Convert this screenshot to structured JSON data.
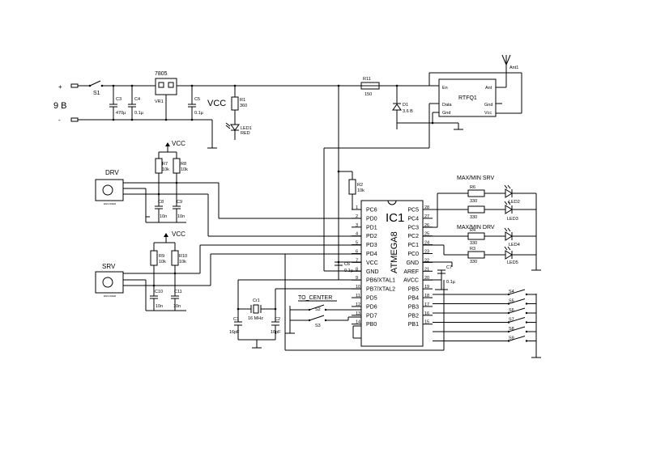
{
  "power": {
    "plus": "+",
    "minus": "-",
    "battery": "9 B",
    "switch": "S1",
    "vcc": "VCC",
    "regulator": {
      "name": "7805",
      "ref": "VR1"
    },
    "c3": {
      "ref": "C3",
      "value": "470µ"
    },
    "c4": {
      "ref": "C4",
      "value": "0.1µ"
    },
    "c5": {
      "ref": "C5",
      "value": "0.1µ"
    },
    "r1": {
      "ref": "R1",
      "value": "360"
    },
    "led1": {
      "ref": "LED1",
      "value": "RED"
    }
  },
  "rf": {
    "r11": {
      "ref": "R11",
      "value": "150"
    },
    "d1": {
      "ref": "D1",
      "value": "3.6 B"
    },
    "ant": "Ant1",
    "module": {
      "name": "RTFQ1",
      "en": "En",
      "ant": "Ant",
      "data": "Data",
      "gnd1": "Gnd",
      "gnd2": "Gnd",
      "vcc": "Vcc"
    }
  },
  "drv": {
    "title": "DRV",
    "vcc": "VCC",
    "r7": {
      "ref": "R7",
      "value": "10k"
    },
    "r8": {
      "ref": "R8",
      "value": "10k"
    },
    "c8": {
      "ref": "C8",
      "value": "10n"
    },
    "c9": {
      "ref": "C9",
      "value": "10n"
    }
  },
  "srv": {
    "title": "SRV",
    "vcc": "VCC",
    "r9": {
      "ref": "R9",
      "value": "10k"
    },
    "r10": {
      "ref": "R10",
      "value": "10k"
    },
    "c10": {
      "ref": "C10",
      "value": "10n"
    },
    "c11": {
      "ref": "C11",
      "value": "10n"
    }
  },
  "mcu": {
    "name": "IC1",
    "part": "ATMEGA8",
    "r2": {
      "ref": "R2",
      "value": "10k"
    },
    "c6": {
      "ref": "C6",
      "value": "0.1µ"
    },
    "c7": {
      "ref": "C7",
      "value": "0.1µ"
    },
    "left_pins": [
      {
        "name": "PC6",
        "num": "1"
      },
      {
        "name": "PD0",
        "num": "2"
      },
      {
        "name": "PD1",
        "num": "3"
      },
      {
        "name": "PD2",
        "num": "4"
      },
      {
        "name": "PD3",
        "num": "5"
      },
      {
        "name": "PD4",
        "num": "6"
      },
      {
        "name": "VCC",
        "num": "7"
      },
      {
        "name": "GND",
        "num": "8"
      },
      {
        "name": "PB6/XTAL1",
        "num": "9"
      },
      {
        "name": "PB7/XTAL2",
        "num": "10"
      },
      {
        "name": "PD5",
        "num": "11"
      },
      {
        "name": "PD6",
        "num": "12"
      },
      {
        "name": "PD7",
        "num": "13"
      },
      {
        "name": "PB0",
        "num": "14"
      }
    ],
    "right_pins": [
      {
        "name": "PC5",
        "num": "28"
      },
      {
        "name": "PC4",
        "num": "27"
      },
      {
        "name": "PC3",
        "num": "26"
      },
      {
        "name": "PC2",
        "num": "25"
      },
      {
        "name": "PC1",
        "num": "24"
      },
      {
        "name": "PC0",
        "num": "23"
      },
      {
        "name": "GND",
        "num": "22"
      },
      {
        "name": "AREF",
        "num": "21"
      },
      {
        "name": "AVCC",
        "num": "20"
      },
      {
        "name": "PB5",
        "num": "19"
      },
      {
        "name": "PB4",
        "num": "18"
      },
      {
        "name": "PB3",
        "num": "17"
      },
      {
        "name": "PB2",
        "num": "16"
      },
      {
        "name": "PB1",
        "num": "15"
      }
    ]
  },
  "xtal": {
    "ref": "Cr1",
    "value": "16 MHz",
    "c1": {
      "ref": "C1",
      "value": "16pF"
    },
    "c2": {
      "ref": "C2",
      "value": "16pF"
    }
  },
  "center": {
    "title": "TO_CENTER",
    "s2": "S2",
    "s3": "S3"
  },
  "leds_srv": {
    "title": "MAX/MIN SRV",
    "r6": {
      "ref": "R6",
      "value": "330"
    },
    "r5": {
      "ref": "R5",
      "value": "330"
    },
    "led2": "LED2",
    "led3": "LED3"
  },
  "leds_drv": {
    "title": "MAX/MIN DRV",
    "r4": {
      "ref": "R4",
      "value": "330"
    },
    "r3": {
      "ref": "R3",
      "value": "330"
    },
    "led4": "LED4",
    "led5": "LED5"
  },
  "buttons": [
    "S4",
    "S5",
    "S6",
    "S7",
    "S8",
    "S9"
  ]
}
